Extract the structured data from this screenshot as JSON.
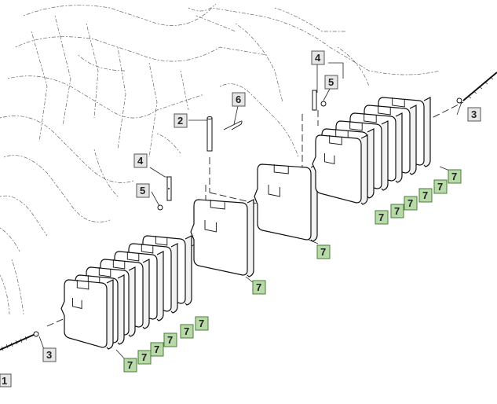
{
  "callouts": [
    {
      "label": "1",
      "style": "plain"
    },
    {
      "label": "2",
      "style": "plain"
    },
    {
      "label": "3",
      "style": "plain"
    },
    {
      "label": "3",
      "style": "plain"
    },
    {
      "label": "4",
      "style": "plain"
    },
    {
      "label": "4",
      "style": "plain"
    },
    {
      "label": "5",
      "style": "plain"
    },
    {
      "label": "5",
      "style": "plain"
    },
    {
      "label": "6",
      "style": "plain"
    },
    {
      "label": "7",
      "style": "highlight"
    }
  ],
  "colors": {
    "plain_box": "#e6e6e6",
    "highlight_box": "#b8d9a8",
    "highlight_border": "#4a7d3a",
    "line": "#111111"
  }
}
